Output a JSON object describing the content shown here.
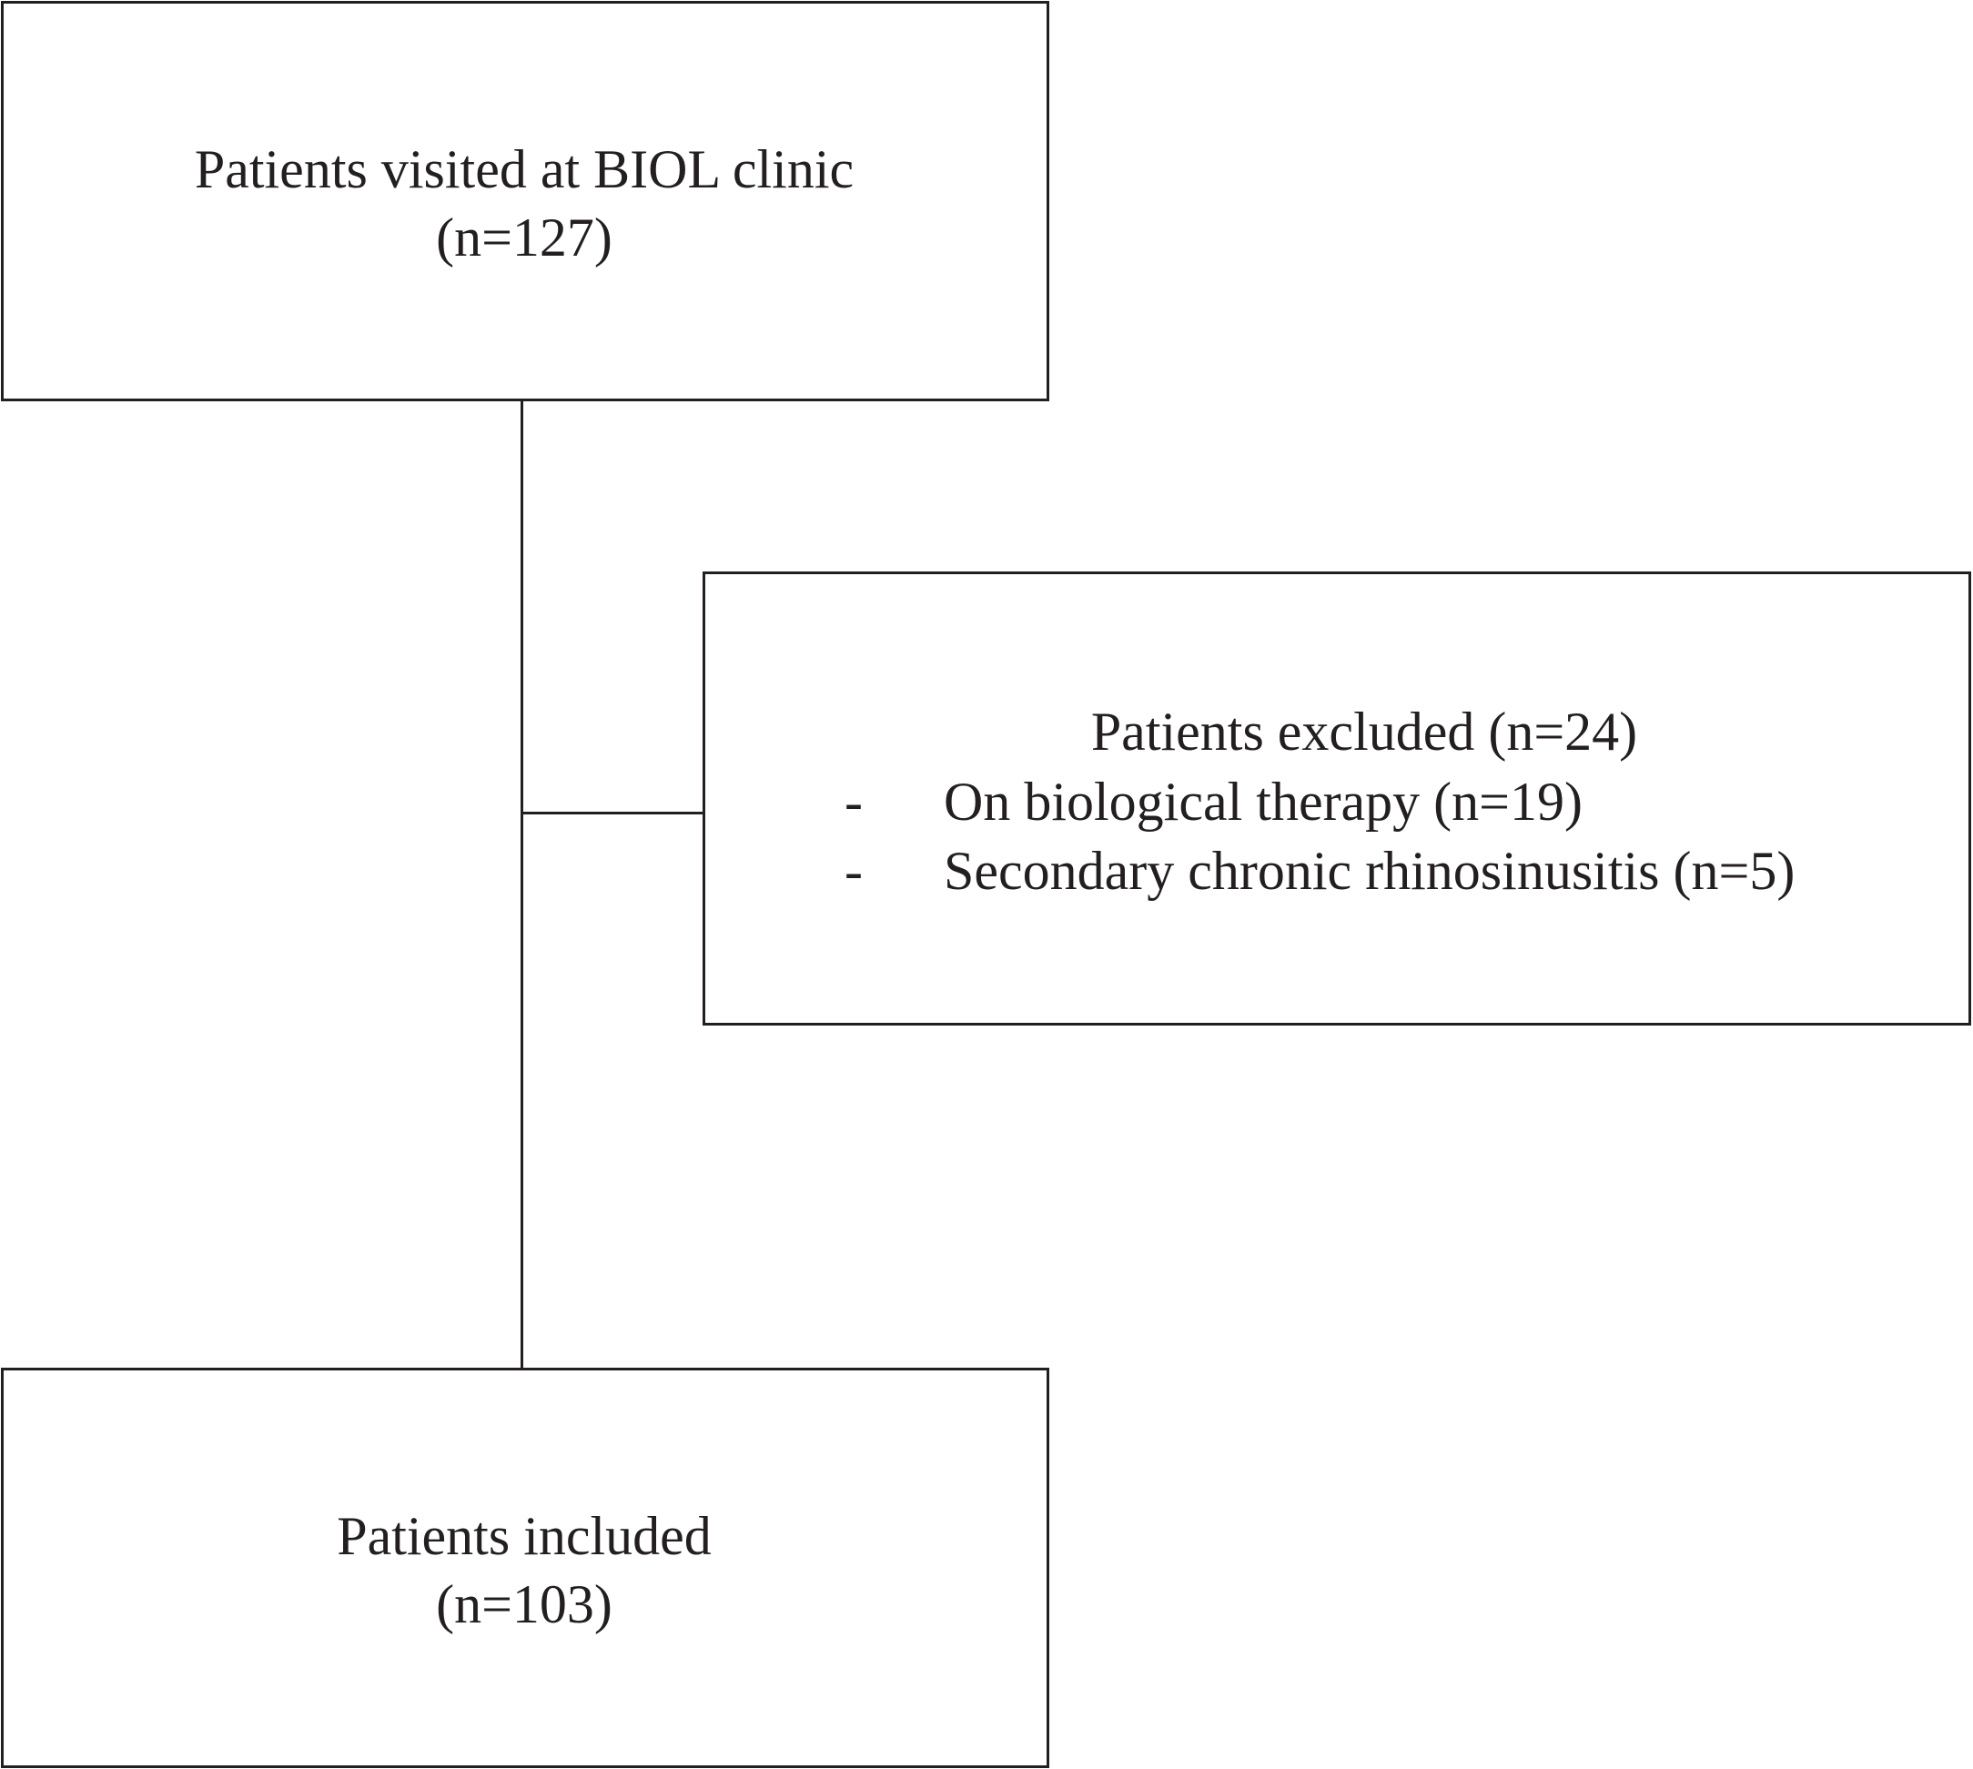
{
  "flowchart": {
    "top_box": {
      "line1": "Patients visited at BIOL clinic",
      "line2": "(n=127)"
    },
    "exclusion_box": {
      "heading": "Patients excluded (n=24)",
      "bullet_marker": "-",
      "items": [
        "On biological therapy (n=19)",
        "Secondary chronic rhinosinusitis (n=5)"
      ]
    },
    "bottom_box": {
      "line1": "Patients included",
      "line2": "(n=103)"
    }
  },
  "colors": {
    "stroke": "#231f20",
    "background": "#ffffff"
  }
}
